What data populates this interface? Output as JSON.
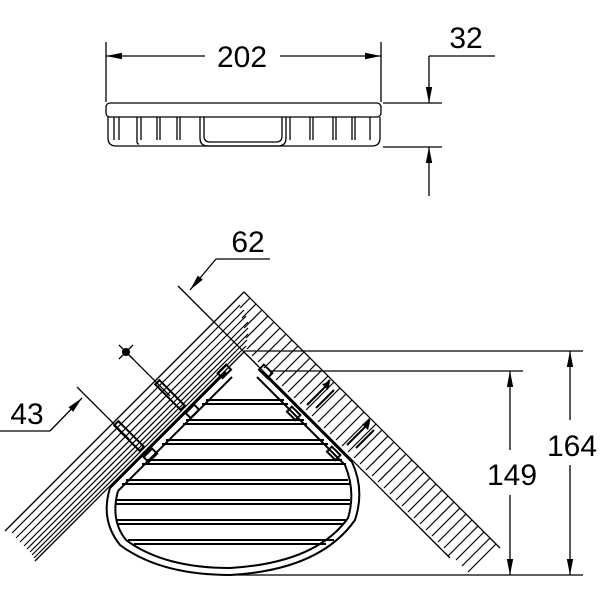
{
  "drawing": {
    "title": "Corner shower basket dimension drawing",
    "line_color": "#000000",
    "background": "#ffffff",
    "units": "mm"
  },
  "top_view": {
    "width_dim": {
      "label": "202",
      "value": 202
    },
    "height_dim": {
      "label": "32",
      "value": 32
    }
  },
  "plan_view": {
    "wall_depth_dim": {
      "label": "62",
      "value": 62
    },
    "screw_offset_dim": {
      "label": "43",
      "value": 43
    },
    "inner_depth_dim": {
      "label": "149",
      "value": 149
    },
    "outer_depth_dim": {
      "label": "164",
      "value": 164
    },
    "basket_bars": 9,
    "screws_per_wall": 2
  }
}
